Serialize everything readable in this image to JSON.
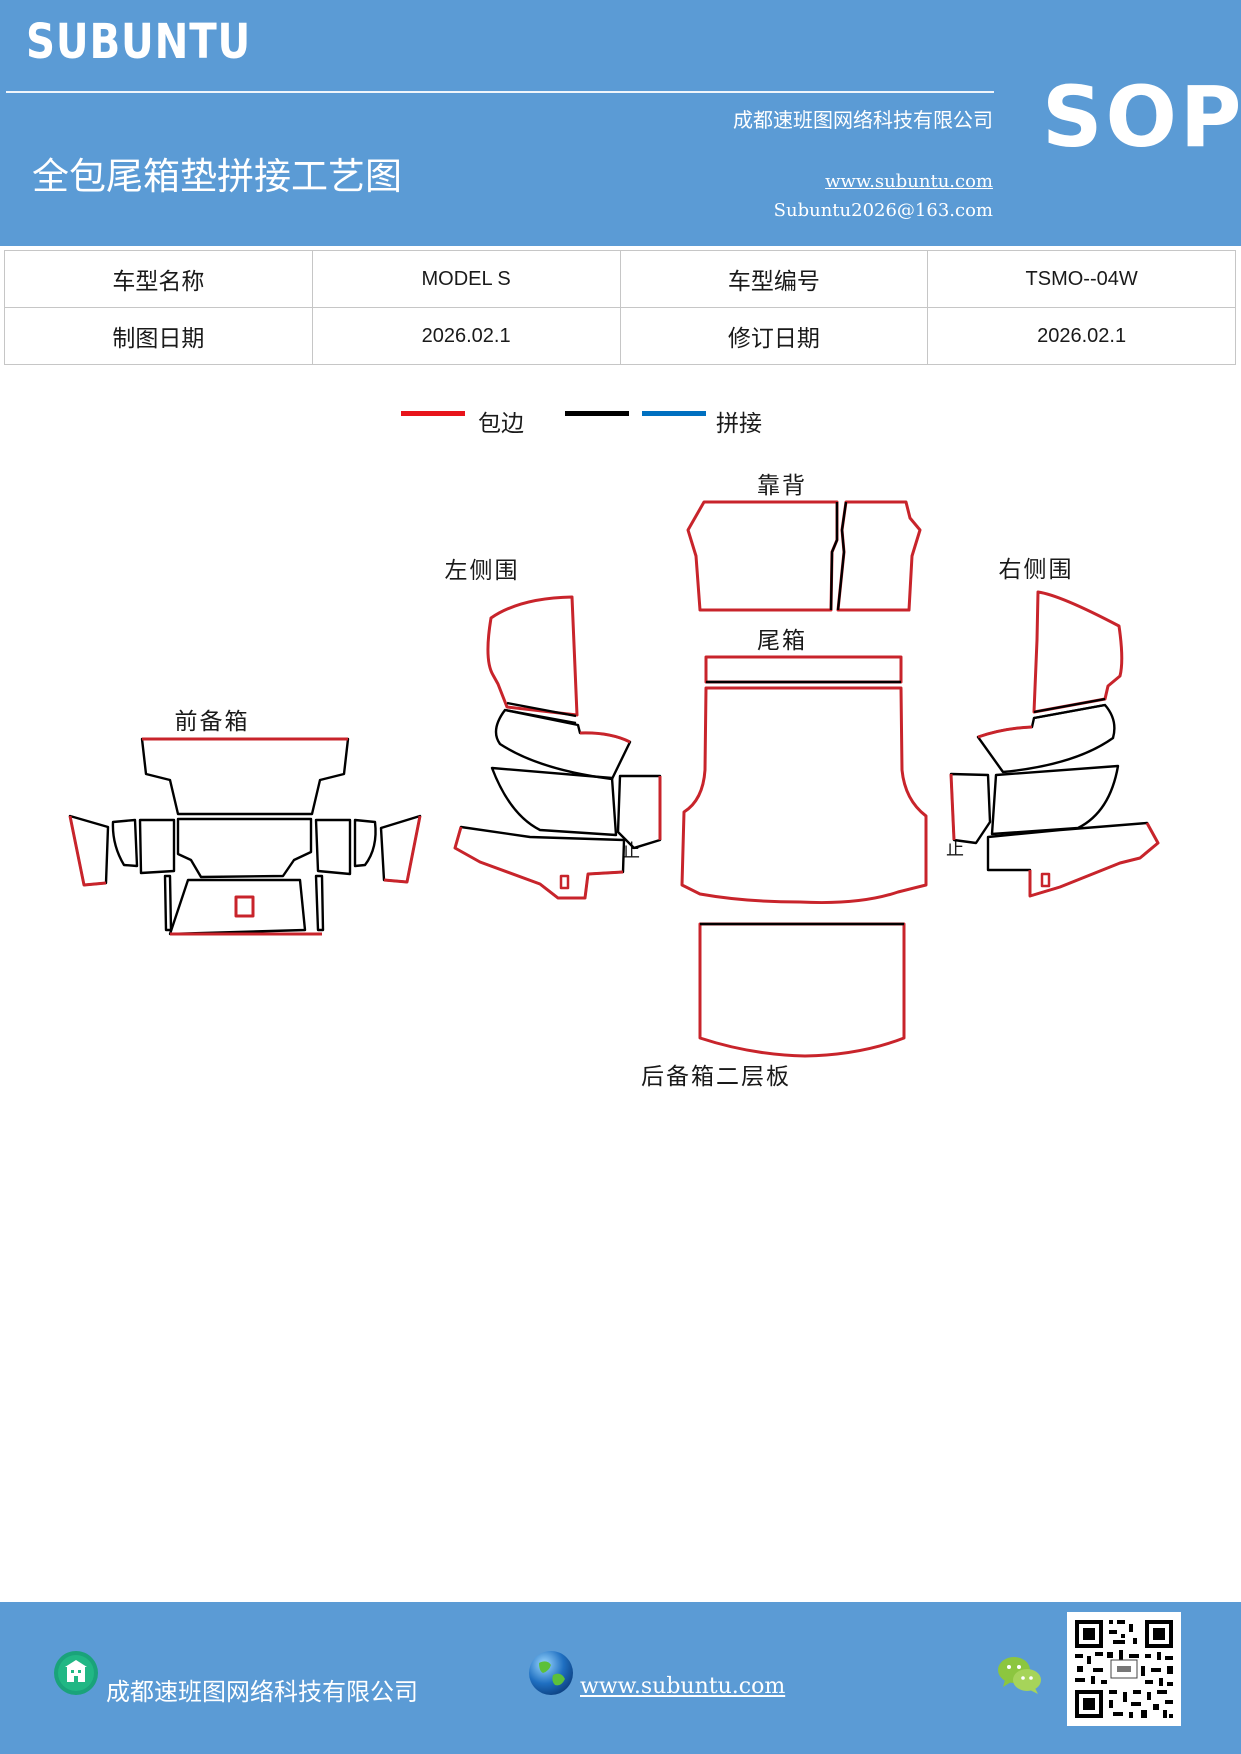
{
  "header": {
    "brand": "SUBUNTU",
    "company": "成都速班图网络科技有限公司",
    "title": "全包尾箱垫拼接工艺图",
    "website": "www.subuntu.com",
    "email": "Subuntu2026@163.com",
    "badge": "SOP"
  },
  "info": {
    "row1": {
      "label1": "车型名称",
      "value1": "MODEL S",
      "label2": "车型编号",
      "value2": "TSMO--04W"
    },
    "row2": {
      "label1": "制图日期",
      "value1": "2026.02.1",
      "label2": "修订日期",
      "value2": "2026.02.1"
    }
  },
  "legend": {
    "wrap": {
      "label": "包边",
      "color": "#e8141b"
    },
    "stitch": {
      "label": "拼接",
      "colors": [
        "#000000",
        "#0070c0"
      ]
    }
  },
  "diagram": {
    "parts": {
      "front_trunk": "前备箱",
      "left_side": "左侧围",
      "backrest": "靠背",
      "trunk": "尾箱",
      "right_side": "右侧围",
      "second_floor": "后备箱二层板"
    },
    "stop_mark": "止"
  },
  "footer": {
    "company": "成都速班图网络科技有限公司",
    "website": "www.subuntu.com"
  }
}
